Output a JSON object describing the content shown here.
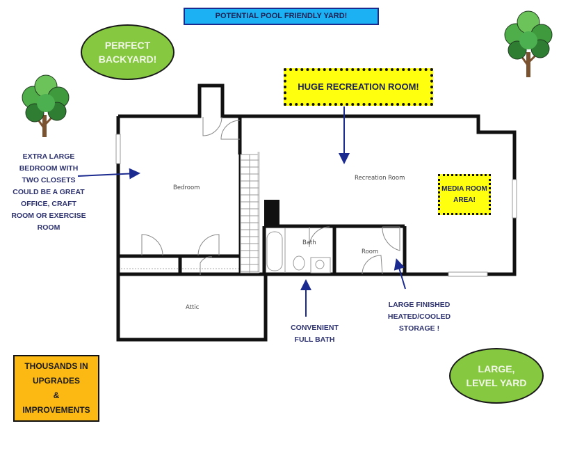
{
  "banner": {
    "pool": "POTENTIAL POOL FRIENDLY YARD!"
  },
  "callouts": {
    "perfect_backyard": [
      "PERFECT",
      "BACKYARD!"
    ],
    "huge_recreation": "HUGE RECREATION ROOM!",
    "media_room": [
      "MEDIA ROOM",
      "AREA!"
    ],
    "large_level_yard": [
      "LARGE,",
      "LEVEL YARD"
    ],
    "upgrades": [
      "THOUSANDS IN",
      "UPGRADES",
      "&",
      "IMPROVEMENTS"
    ]
  },
  "notes": {
    "bedroom": [
      "EXTRA LARGE",
      "BEDROOM WITH",
      "TWO CLOSETS",
      "COULD BE A GREAT",
      "OFFICE, CRAFT",
      "ROOM OR EXERCISE",
      "ROOM"
    ],
    "bath": [
      "CONVENIENT",
      "FULL BATH"
    ],
    "storage": [
      "LARGE FINISHED",
      "HEATED/COOLED",
      "STORAGE !"
    ]
  },
  "rooms": {
    "bedroom": "Bedroom",
    "recreation": "Recreation Room",
    "bath": "Bath",
    "room": "Room",
    "attic": "Attic"
  },
  "colors": {
    "wall": "#111111",
    "arrow": "#1b2a8f",
    "note_text": "#2e3370",
    "green_callout": "#86c940",
    "yellow_callout": "#ffff0e",
    "banner_blue": "#1cb1f2",
    "upgrade_orange": "#fdb913"
  }
}
